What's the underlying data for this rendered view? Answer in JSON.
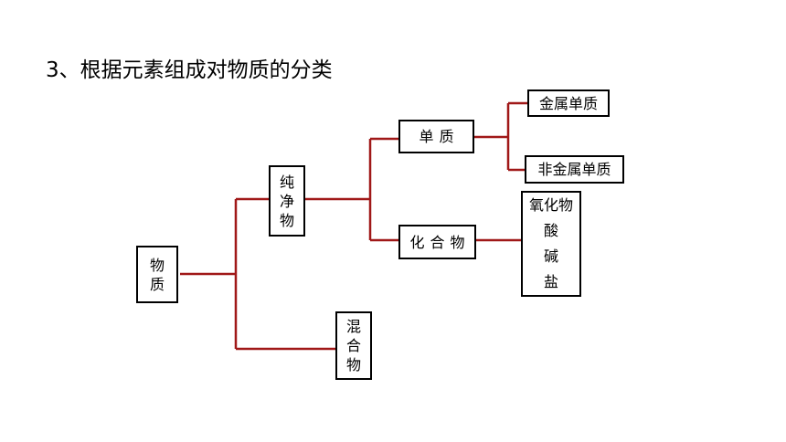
{
  "title": "3、根据元素组成对物质的分类",
  "nodes": {
    "substance": "物\n质",
    "pure": "纯\n净\n物",
    "mixture": "混\n合\n物",
    "element": "单质",
    "compound": "化合物",
    "metal_element": "金属单质",
    "nonmetal_element": "非金属单质",
    "compound_types": [
      "氧化物",
      "酸",
      "碱",
      "盐"
    ]
  },
  "colors": {
    "connector": "#a01818",
    "border": "#000000",
    "text": "#000000"
  }
}
